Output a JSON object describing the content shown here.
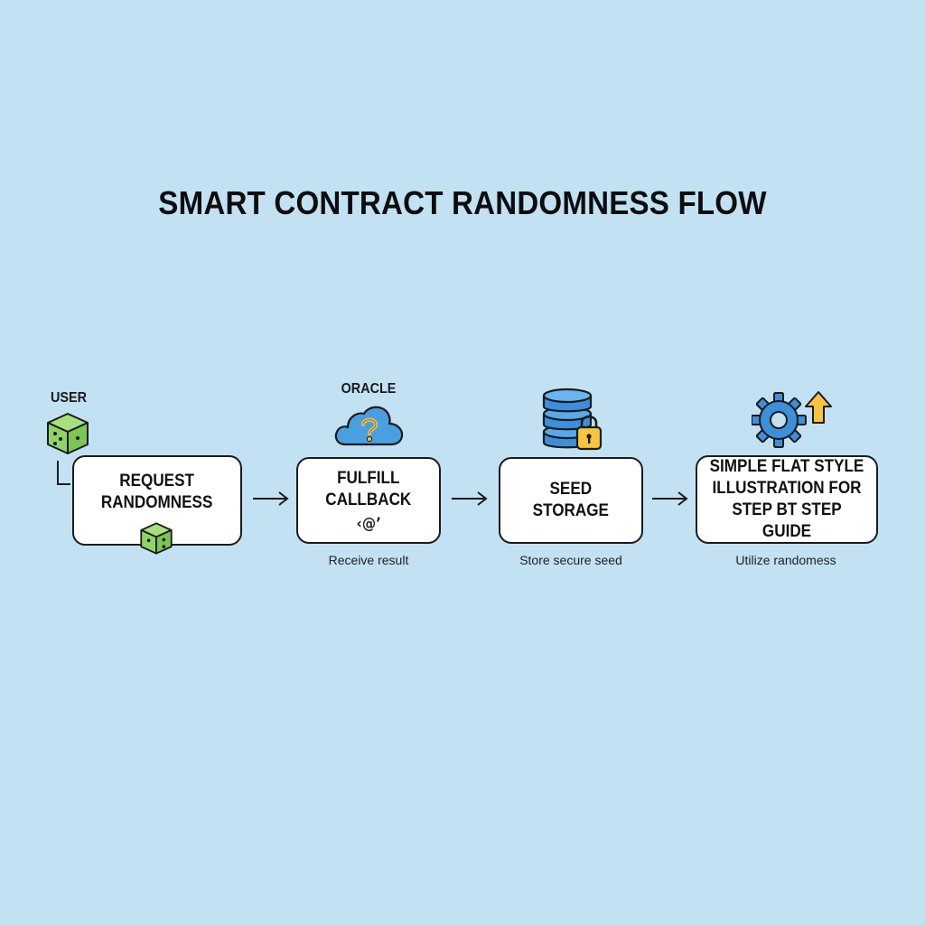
{
  "diagram": {
    "title": "SMART CONTRACT RANDOMNESS FLOW",
    "actors": {
      "user": "USER",
      "oracle": "ORACLE"
    },
    "steps": [
      {
        "label": "REQUEST\nRANDOMNESS",
        "caption": ""
      },
      {
        "label": "FULFILL\nCALLBACK",
        "glyph": "‹@’",
        "caption": "Receive result"
      },
      {
        "label": "SEED\nSTORAGE",
        "caption": "Store secure seed"
      },
      {
        "label": "SIMPLE FLAT STYLE\nILLUSTRATION FOR\nSTEP BT STEP GUIDE",
        "caption": "Utilize randomess"
      }
    ],
    "icons": {
      "user": "dice-cube-icon",
      "request": "dice-cube-icon",
      "oracle": "cloud-question-icon",
      "storage": "database-lock-icon",
      "utilize": "gear-up-arrow-icon"
    },
    "colors": {
      "background": "#c2e1f3",
      "dice_green": "#8fd36a",
      "cloud_blue": "#4a9fe0",
      "database_blue": "#3c8fdc",
      "lock_yellow": "#f6c443",
      "gear_blue": "#3d8fd9",
      "arrow_yellow": "#f6c443"
    }
  }
}
